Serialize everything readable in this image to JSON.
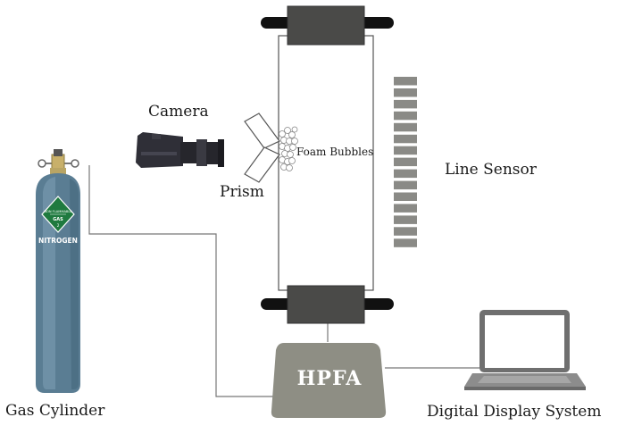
{
  "labels": {
    "camera": "Camera",
    "prism": "Prism",
    "foam_bubbles": "Foam Bubbles",
    "line_sensor": "Line Sensor",
    "gas_cylinder": "Gas Cylinder",
    "hpfa": "HPFA",
    "digital_display": "Digital Display System"
  },
  "cylinder_text": {
    "diamond_top": "NON FLAMMABLE",
    "diamond_mid": "GAS",
    "diamond_num": "2",
    "body": "NITROGEN"
  },
  "colors": {
    "cylinder": "#5a7d93",
    "hpfa": "#8e8e84",
    "clamp": "#4a4a48",
    "sensor": "#8a8a86",
    "laptop": "#6f6f6f"
  }
}
